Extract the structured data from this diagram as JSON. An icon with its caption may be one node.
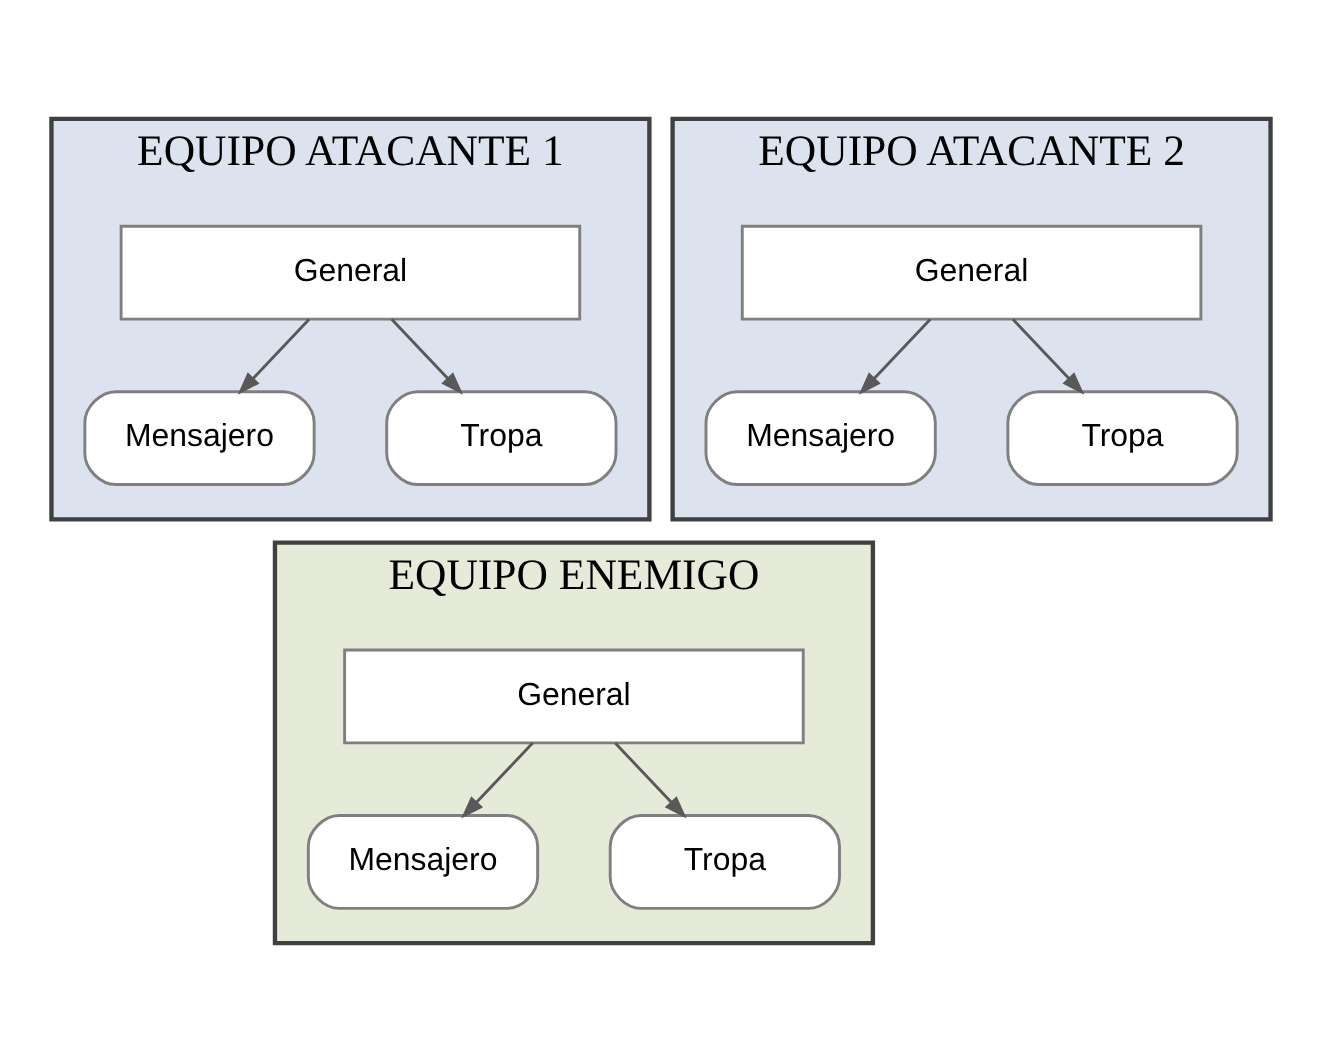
{
  "diagram": {
    "nodes": [
      {
        "text": [
          "EQUIPO ATACANTE 1"
        ]
      },
      {
        "text": [
          "General"
        ],
        "in": 0
      },
      {
        "text": [
          "Mensajero"
        ],
        "in": 0
      },
      {
        "text": [
          "Tropa"
        ],
        "in": 0
      },
      {
        "text": [
          "EQUIPO ATACANTE 2"
        ]
      },
      {
        "text": [
          "General"
        ],
        "in": 4
      },
      {
        "text": [
          "Mensajero"
        ],
        "in": 4
      },
      {
        "text": [
          "Tropa"
        ],
        "in": 4
      },
      {
        "text": [
          "EQUIPO ENEMIGO"
        ]
      },
      {
        "text": [
          "General"
        ],
        "in": 8
      },
      {
        "text": [
          "Mensajero"
        ],
        "in": 8
      },
      {
        "text": [
          "Tropa"
        ],
        "in": 8
      }
    ],
    "edges": [
      {
        "from": 1,
        "to": 2,
        "arrow": "to"
      },
      {
        "from": 1,
        "to": 3,
        "arrow": "to"
      },
      {
        "from": 5,
        "to": 6,
        "arrow": "to"
      },
      {
        "from": 5,
        "to": 7,
        "arrow": "to"
      },
      {
        "from": 9,
        "to": 10,
        "arrow": "to"
      },
      {
        "from": 9,
        "to": 11,
        "arrow": "to"
      }
    ]
  }
}
